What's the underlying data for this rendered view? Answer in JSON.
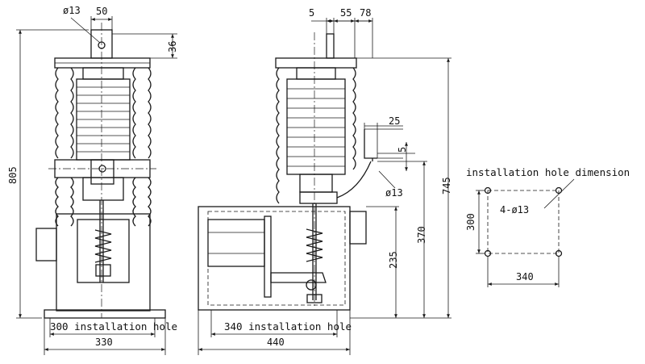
{
  "front_view": {
    "hole_diameter": "ø13",
    "top_width": "50",
    "top_height": "36",
    "overall_height": "805",
    "install_hole_label": "300 installation hole",
    "base_width": "330"
  },
  "side_view": {
    "offset_a": "5",
    "offset_b": "55",
    "offset_c": "78",
    "bracket_width": "25",
    "bracket_offset": "5",
    "bracket_hole": "ø13",
    "overall_height": "745",
    "lower_height": "370",
    "mid_height": "235",
    "install_hole_label": "340 installation hole",
    "base_width": "440"
  },
  "hole_pattern": {
    "title": "installation hole dimension",
    "hole_label": "4-ø13",
    "height": "300",
    "width": "340"
  }
}
